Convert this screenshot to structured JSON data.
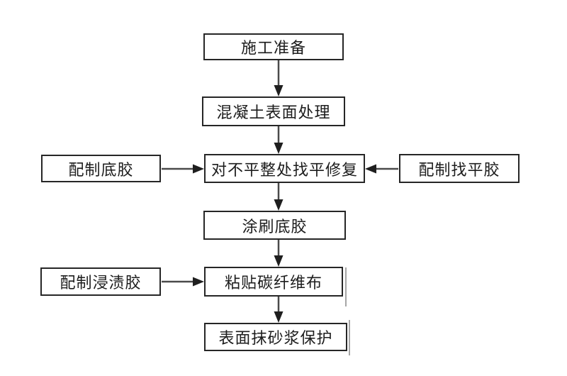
{
  "flowchart": {
    "main_nodes": [
      {
        "id": "construction-prep",
        "label": "施工准备"
      },
      {
        "id": "concrete-surface",
        "label": "混凝土表面处理"
      },
      {
        "id": "leveling-repair",
        "label": "对不平整处找平修复"
      },
      {
        "id": "apply-primer",
        "label": "涂刷底胶"
      },
      {
        "id": "paste-carbon-fiber",
        "label": "粘贴碳纤维布"
      },
      {
        "id": "mortar-protection",
        "label": "表面抹砂浆保护"
      }
    ],
    "side_nodes": [
      {
        "id": "prepare-primer",
        "label": "配制底胶",
        "side": "left",
        "connects_to": "对不平整处找平修复"
      },
      {
        "id": "prepare-leveling-glue",
        "label": "配制找平胶",
        "side": "right",
        "connects_to": "对不平整处找平修复"
      },
      {
        "id": "prepare-impregnation",
        "label": "配制浸渍胶",
        "side": "left",
        "connects_to": "粘贴碳纤维布"
      }
    ],
    "colors": {
      "page_background": "#ffffff",
      "box_background": "#ffffff",
      "box_border": "#262626",
      "text": "#1c1c1c",
      "arrow_line": "#4a4a4a",
      "arrow_head": "#1f1f1f"
    }
  }
}
